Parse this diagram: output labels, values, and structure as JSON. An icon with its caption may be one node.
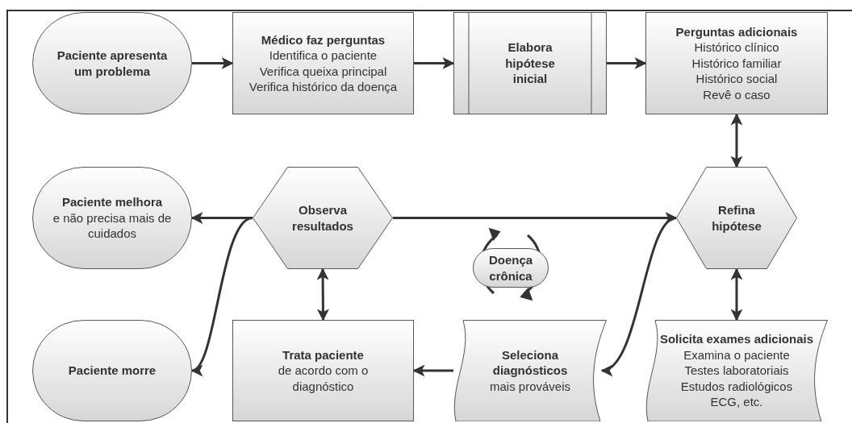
{
  "diagram": {
    "nodes": [
      {
        "text": [
          "Paciente apresenta um problema"
        ]
      },
      {
        "text": [
          "Médico faz perguntas",
          "Identifica o paciente",
          "Verifica queixa principal",
          "Verifica histórico da doença"
        ]
      },
      {
        "text": [
          "Elabora hipótese inicial"
        ]
      },
      {
        "text": [
          "Perguntas adicionais",
          "Histórico clínico",
          "Histórico familiar",
          "Histórico social",
          "Revê o caso"
        ]
      },
      {
        "text": [
          "Paciente melhora",
          "e não precisa mais de cuidados"
        ]
      },
      {
        "text": [
          "Observa resultados"
        ]
      },
      {
        "text": [
          "Refina hipótese"
        ]
      },
      {
        "text": [
          "Doença crônica"
        ]
      },
      {
        "text": [
          "Paciente morre"
        ]
      },
      {
        "text": [
          "Trata paciente",
          "de acordo com o diagnóstico"
        ]
      },
      {
        "text": [
          "Seleciona diagnósticos",
          "mais prováveis"
        ]
      },
      {
        "text": [
          "Solicita exames adicionais",
          "Examina o paciente",
          "Testes laboratoriais",
          "Estudos radiológicos",
          "ECG, etc."
        ]
      }
    ],
    "edges": [
      {
        "from": 0,
        "to": 1,
        "arrow": "to"
      },
      {
        "from": 1,
        "to": 2,
        "arrow": "to"
      },
      {
        "from": 2,
        "to": 3,
        "arrow": "to"
      },
      {
        "from": 3,
        "to": 6,
        "arrow": "both"
      },
      {
        "from": 5,
        "to": 4,
        "arrow": "to"
      },
      {
        "from": 5,
        "to": 6,
        "arrow": "to"
      },
      {
        "from": 5,
        "to": 8,
        "arrow": "to"
      },
      {
        "from": 5,
        "to": 9,
        "arrow": "both"
      },
      {
        "from": 10,
        "to": 9,
        "arrow": "to"
      },
      {
        "from": 6,
        "to": 10,
        "arrow": "to"
      },
      {
        "from": 6,
        "to": 11,
        "arrow": "both"
      }
    ]
  }
}
